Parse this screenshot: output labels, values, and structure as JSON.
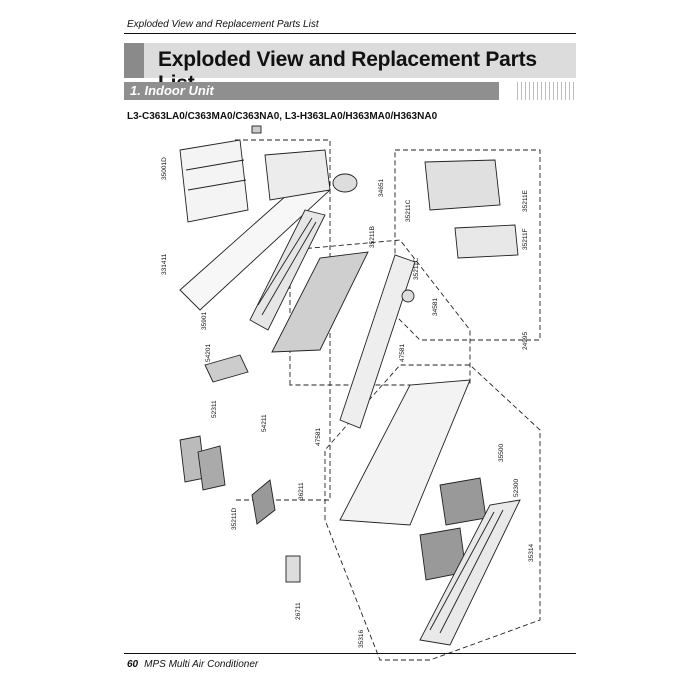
{
  "header": {
    "running_title": "Exploded View and Replacement Parts List"
  },
  "main": {
    "title": "Exploded View and Replacement Parts List",
    "section": "1. Indoor Unit",
    "models": "L3-C363LA0/C363MA0/C363NA0, L3-H363LA0/H363MA0/H363NA0"
  },
  "parts": [
    "35001D",
    "331411",
    "35901",
    "54201",
    "52311",
    "54211",
    "35211B",
    "34651",
    "35211C",
    "34581",
    "47581",
    "47581",
    "36211",
    "35500",
    "52300",
    "35314",
    "35316",
    "26711",
    "35211D",
    "35211C",
    "35211E",
    "24995",
    "35211F"
  ],
  "footer": {
    "page": "60",
    "text": "MPS Multi Air Conditioner"
  }
}
